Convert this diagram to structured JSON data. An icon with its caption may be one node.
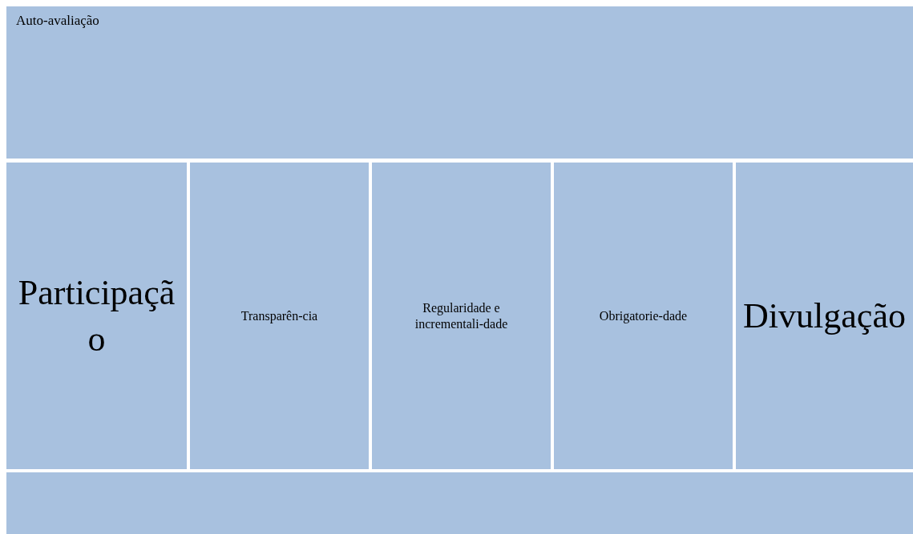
{
  "diagram": {
    "nodes": [
      {
        "text": [
          "Auto-avaliação"
        ]
      },
      {
        "text": [
          "Participação"
        ]
      },
      {
        "text": [
          "Transparên-cia"
        ]
      },
      {
        "text": [
          "Regularidade e incrementali-dade"
        ]
      },
      {
        "text": [
          "Obrigatorie-dade"
        ]
      },
      {
        "text": [
          "Divulgação"
        ]
      },
      {
        "text": [],
        "shape": "box"
      }
    ]
  }
}
